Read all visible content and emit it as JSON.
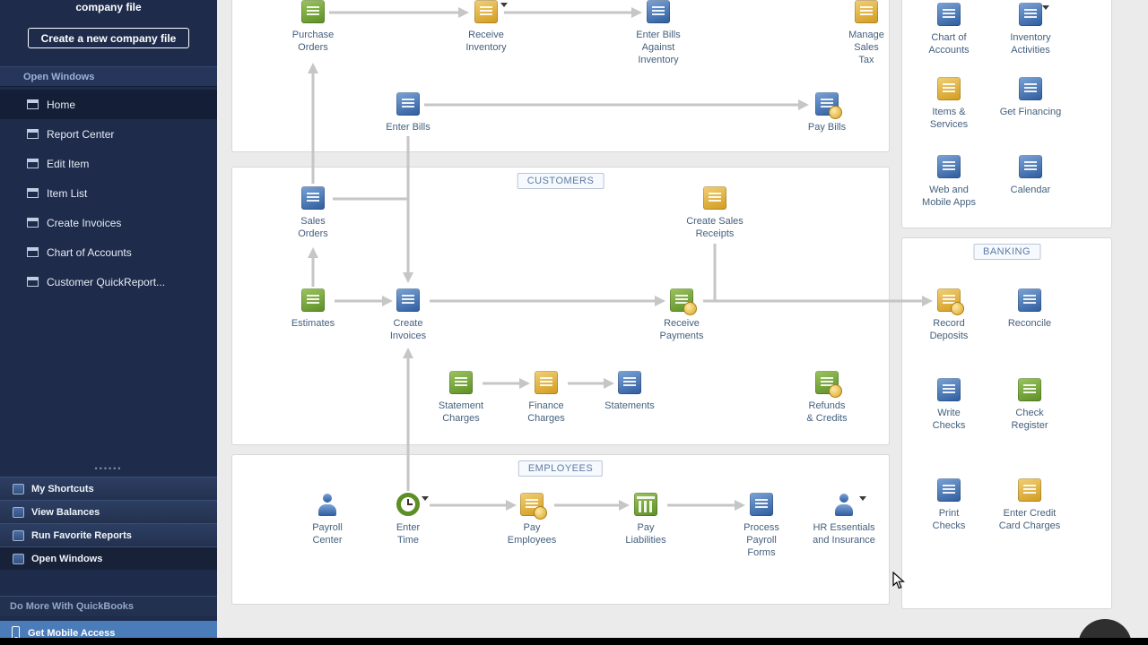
{
  "colors": {
    "sidebar_bg": "#1e2b4a",
    "sidebar_highlight": "#141e36",
    "mobile_access_bg": "#4b7cba",
    "canvas_bg": "#ebebeb",
    "panel_bg": "#ffffff",
    "arrow": "#c6c6c6",
    "icon_green": "#5c8f25",
    "icon_blue": "#2d5c9e",
    "icon_gold": "#d29b1d",
    "label_text": "#44607e",
    "section_label_text": "#5b7ba6"
  },
  "sidebar": {
    "top_text": "company file",
    "create_button_label": "Create a new company file",
    "open_windows_header": "Open Windows",
    "menu": [
      {
        "label": "Home"
      },
      {
        "label": "Report Center"
      },
      {
        "label": "Edit Item"
      },
      {
        "label": "Item List"
      },
      {
        "label": "Create Invoices"
      },
      {
        "label": "Chart of Accounts"
      },
      {
        "label": "Customer QuickReport..."
      }
    ],
    "sections": [
      {
        "label": "My Shortcuts"
      },
      {
        "label": "View Balances"
      },
      {
        "label": "Run Favorite Reports"
      },
      {
        "label": "Open Windows"
      }
    ],
    "do_more_label": "Do More With QuickBooks",
    "get_mobile_label": "Get Mobile Access"
  },
  "flow": {
    "vendors": {
      "items": [
        {
          "label": "Purchase\nOrders"
        },
        {
          "label": "Receive\nInventory"
        },
        {
          "label": "Enter Bills\nAgainst\nInventory"
        },
        {
          "label": "Manage\nSales\nTax"
        },
        {
          "label": "Enter Bills"
        },
        {
          "label": "Pay Bills"
        }
      ]
    },
    "customers": {
      "label": "CUSTOMERS",
      "items": [
        {
          "label": "Sales\nOrders"
        },
        {
          "label": "Create Sales\nReceipts"
        },
        {
          "label": "Estimates"
        },
        {
          "label": "Create\nInvoices"
        },
        {
          "label": "Receive\nPayments"
        },
        {
          "label": "Statement\nCharges"
        },
        {
          "label": "Finance\nCharges"
        },
        {
          "label": "Statements"
        },
        {
          "label": "Refunds\n& Credits"
        }
      ]
    },
    "employees": {
      "label": "EMPLOYEES",
      "items": [
        {
          "label": "Payroll\nCenter"
        },
        {
          "label": "Enter\nTime"
        },
        {
          "label": "Pay\nEmployees"
        },
        {
          "label": "Pay\nLiabilities"
        },
        {
          "label": "Process\nPayroll\nForms"
        },
        {
          "label": "HR Essentials\nand Insurance"
        }
      ]
    },
    "company": {
      "items": [
        {
          "label": "Chart of\nAccounts"
        },
        {
          "label": "Inventory\nActivities"
        },
        {
          "label": "Items &\nServices"
        },
        {
          "label": "Get Financing"
        },
        {
          "label": "Web and\nMobile Apps"
        },
        {
          "label": "Calendar"
        }
      ]
    },
    "banking": {
      "label": "BANKING",
      "items": [
        {
          "label": "Record\nDeposits"
        },
        {
          "label": "Reconcile"
        },
        {
          "label": "Write\nChecks"
        },
        {
          "label": "Check\nRegister"
        },
        {
          "label": "Print\nChecks"
        },
        {
          "label": "Enter Credit\nCard Charges"
        }
      ]
    }
  }
}
